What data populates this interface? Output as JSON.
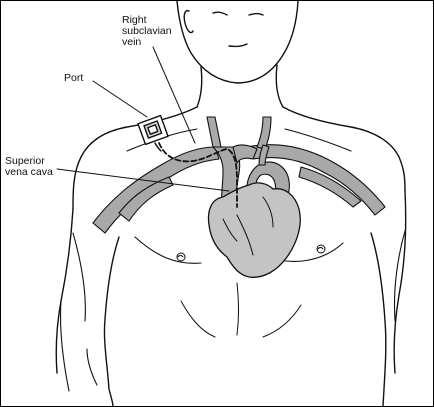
{
  "labels": {
    "right_subclavian_vein": [
      "Right",
      "subclavian",
      "vein"
    ],
    "port": "Port",
    "superior_vena_cava": [
      "Superior",
      "vena cava"
    ]
  },
  "colors": {
    "line": "#111111",
    "vessel": "#a9a9a9",
    "heart": "#c4c4c4",
    "background": "#ffffff"
  },
  "icons": {
    "port_device": "port-device-icon"
  }
}
